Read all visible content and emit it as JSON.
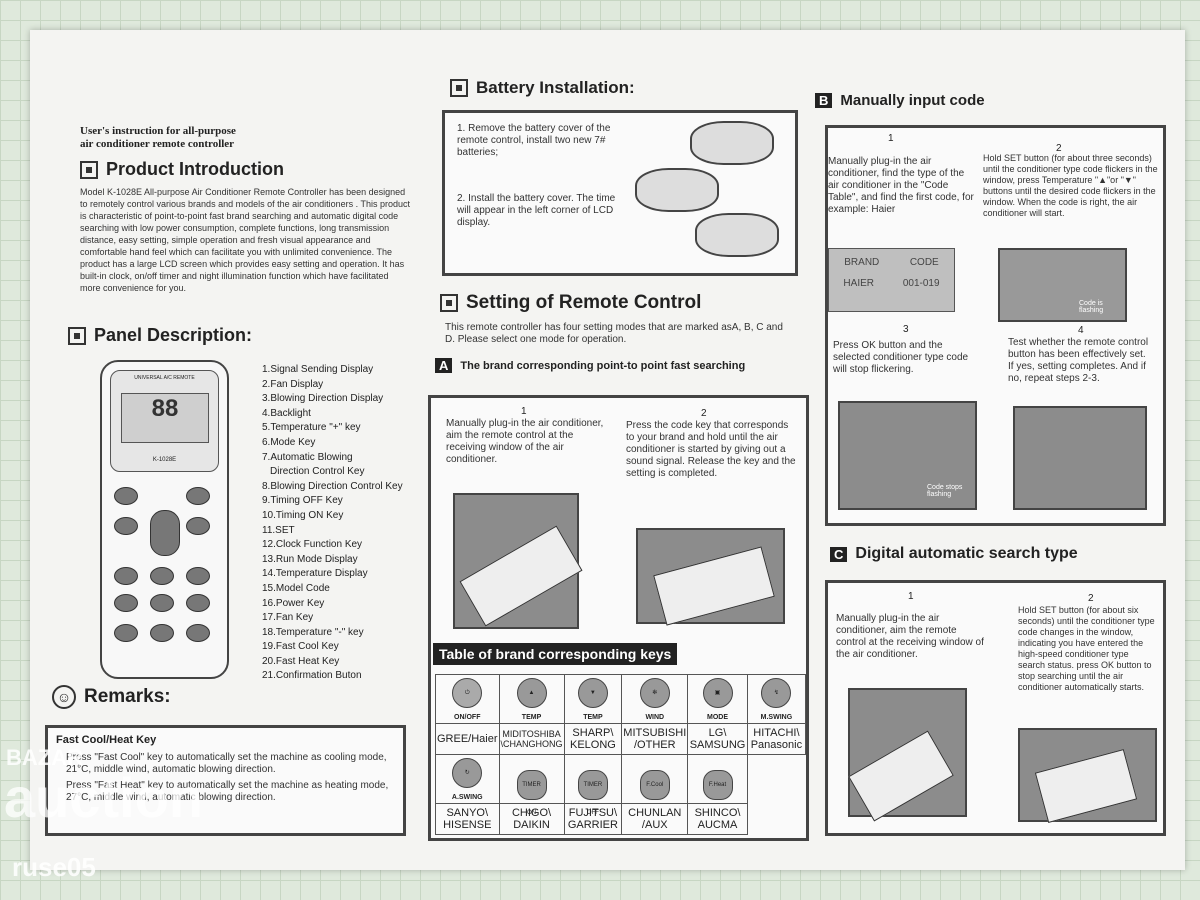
{
  "intro": {
    "title_line1": "User's instruction for all-purpose",
    "title_line2": "air conditioner remote controller",
    "section_title": "Product Introduction",
    "body": "Model K-1028E All-purpose Air Conditioner Remote Controller has been designed to remotely control various brands and models of the air conditioners . This product is characteristic of point-to-point fast brand searching and automatic digital code searching with low power consumption, complete functions, long transmission distance, easy setting, simple operation and fresh visual appearance and comfortable hand feel which can facilitate you with unlimited convenience. The product has a large LCD screen which provides easy setting and operation. It has built-in clock, on/off timer and night illumination function which have facilitated more convenience for you."
  },
  "panel": {
    "title": "Panel Description:",
    "remote_model": "K-1028E",
    "remote_brand": "UNIVERSAL A/C REMOTE",
    "lcd_digits": "88",
    "items": [
      "1.Signal Sending Display",
      "2.Fan Display",
      "3.Blowing Direction Display",
      "4.Backlight",
      "5.Temperature \"+\" key",
      "6.Mode Key",
      "7.Automatic Blowing",
      "Direction Control Key",
      "8.Blowing Direction Control Key",
      "9.Timing OFF Key",
      "10.Timing ON Key",
      "11.SET",
      "12.Clock Function Key",
      "13.Run Mode Display",
      "14.Temperature Display",
      "15.Model Code",
      "16.Power Key",
      "17.Fan Key",
      "18.Temperature \"-\" key",
      "19.Fast Cool Key",
      "20.Fast Heat Key",
      "21.Confirmation Buton"
    ]
  },
  "remarks": {
    "title": "Remarks:",
    "box_title": "Fast Cool/Heat Key",
    "bullet1": "Press \"Fast Cool\" key to automatically set the machine as cooling mode, 21°C, middle wind, automatic blowing direction.",
    "bullet2": "Press \"Fast Heat\" key to automatically set the machine as heating mode, 27°C, middle wind, automatic blowing direction."
  },
  "battery": {
    "title": "Battery Installation:",
    "step1": "1. Remove the battery cover of the remote control, install two new 7# batteries;",
    "step2": "2. Install the battery cover. The time will appear in the left corner of LCD display."
  },
  "setting": {
    "title": "Setting of Remote Control",
    "intro": "This remote controller has four setting modes that are marked asA, B, C and D. Please select one mode for operation.",
    "a_letter": "A",
    "a_title": "The brand corresponding point-to point fast searching",
    "a_step1_num": "1",
    "a_step1": "Manually plug-in the air conditioner, aim the remote control at the receiving window of the air conditioner.",
    "a_step2_num": "2",
    "a_step2": "Press the code key that corresponds to your brand and hold until the air conditioner is started by giving out a sound signal. Release the key and the setting is completed."
  },
  "table": {
    "title": "Table of brand corresponding keys",
    "row1_keys": [
      "ON/OFF",
      "TEMP",
      "TEMP",
      "WIND",
      "MODE",
      "M.SWING"
    ],
    "row1_brands": [
      "GREE/Haier",
      "MIDITOSHIBA \\CHANGHONG",
      "SHARP\\ KELONG",
      "MITSUBISHI /OTHER",
      "LG\\ SAMSUNG",
      "HITACHI\\ Panasonic"
    ],
    "row2_keys": [
      "A.SWING",
      "TIMER ON",
      "TIMER OFF",
      "F.Cool",
      "F.Heat",
      ""
    ],
    "row2_brands": [
      "SANYO\\ HISENSE",
      "CHIGO\\ DAIKIN",
      "FUJITSU\\ GARRIER",
      "CHUNLAN /AUX",
      "SHINCO\\ AUCMA",
      ""
    ]
  },
  "manual": {
    "letter": "B",
    "title": "Manually input code",
    "s1_num": "1",
    "s1": "Manually plug-in the air conditioner, find the type of the air conditioner in the \"Code Table\", and find the first code, for example: Haier",
    "s2_num": "2",
    "s2": "Hold SET button (for about three seconds) until the conditioner type code flickers in the window, press Temperature \"▲\"or \"▼\" buttons until the desired code flickers in the window. When the code is right, the air conditioner will start.",
    "brand_label": "BRAND",
    "code_label": "CODE",
    "brand_value": "HAIER",
    "code_value": "001-019",
    "flash1": "Code is flashing",
    "s3_num": "3",
    "s3": "Press OK button and the selected conditioner type code will stop flickering.",
    "s4_num": "4",
    "s4": "Test whether the remote control button has been effectively set. If yes, setting completes. And if no, repeat steps 2-3.",
    "flash2": "Code stops flashing"
  },
  "digital": {
    "letter": "C",
    "title": "Digital automatic search type",
    "s1_num": "1",
    "s1": "Manually plug-in the air conditioner, aim the remote control at the receiving window of the air conditioner.",
    "s2_num": "2",
    "s2": "Hold SET button (for about six seconds) until the conditioner type code changes in the window, indicating you have entered the high-speed conditioner type search status. press OK button to stop searching until the air conditioner automatically starts."
  },
  "watermark": {
    "w1": "BAZAR",
    "w2": "auction",
    "w3": "ruse05"
  }
}
